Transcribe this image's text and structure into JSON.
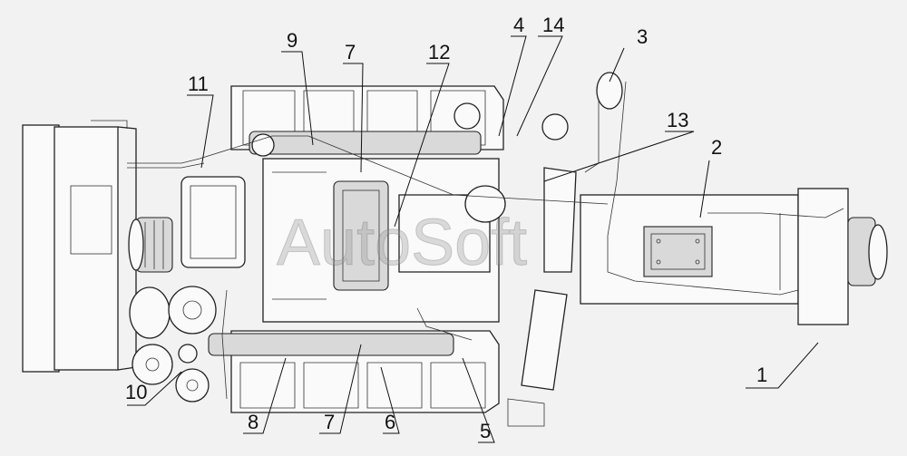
{
  "watermark": "AutoSoft",
  "callouts": [
    {
      "id": "c1",
      "label": "1"
    },
    {
      "id": "c2",
      "label": "2"
    },
    {
      "id": "c3",
      "label": "3"
    },
    {
      "id": "c4",
      "label": "4"
    },
    {
      "id": "c5",
      "label": "5"
    },
    {
      "id": "c6",
      "label": "6"
    },
    {
      "id": "c7a",
      "label": "7"
    },
    {
      "id": "c7b",
      "label": "7"
    },
    {
      "id": "c8",
      "label": "8"
    },
    {
      "id": "c9",
      "label": "9"
    },
    {
      "id": "c10",
      "label": "10"
    },
    {
      "id": "c11",
      "label": "11"
    },
    {
      "id": "c12",
      "label": "12"
    },
    {
      "id": "c13",
      "label": "13"
    },
    {
      "id": "c14",
      "label": "14"
    }
  ]
}
